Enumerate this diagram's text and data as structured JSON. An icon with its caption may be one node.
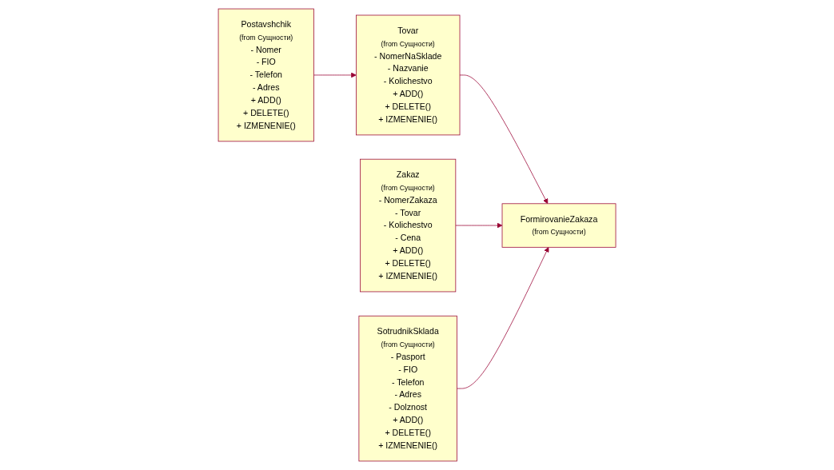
{
  "diagram": {
    "nodes": [
      {
        "text": [
          "Postavshchik",
          "(from Сущности)",
          "- Nomer",
          "- FIO",
          "- Telefon",
          "- Adres",
          "+ ADD()",
          "+ DELETE()",
          "+ IZMENENIE()"
        ]
      },
      {
        "text": [
          "Tovar",
          "(from Сущности)",
          "- NomerNaSklade",
          "- Nazvanie",
          "- Kolichestvo",
          "+ ADD()",
          "+ DELETE()",
          "+ IZMENENIE()"
        ]
      },
      {
        "text": [
          "FormirovanieZakaza",
          "(from Сущности)"
        ]
      },
      {
        "text": [
          "SotrudnikSklada",
          "(from Сущности)",
          "- Pasport",
          "- FIO",
          "- Telefon",
          "- Adres",
          "- Dolznost",
          "+ ADD()",
          "+ DELETE()",
          "+ IZMENENIE()"
        ]
      },
      {
        "text": [
          "Zakaz",
          "(from Сущности)",
          "- NomerZakaza",
          "- Tovar",
          "- Kolichestvo",
          "- Cena",
          "+ ADD()",
          "+ DELETE()",
          "+ IZMENENIE()"
        ]
      }
    ],
    "edges": [
      {
        "from": 0,
        "to": 1,
        "arrow": "to"
      },
      {
        "from": 1,
        "to": 2,
        "arrow": "to"
      },
      {
        "from": 4,
        "to": 2,
        "arrow": "to"
      },
      {
        "from": 3,
        "to": 2,
        "arrow": "to"
      }
    ]
  }
}
